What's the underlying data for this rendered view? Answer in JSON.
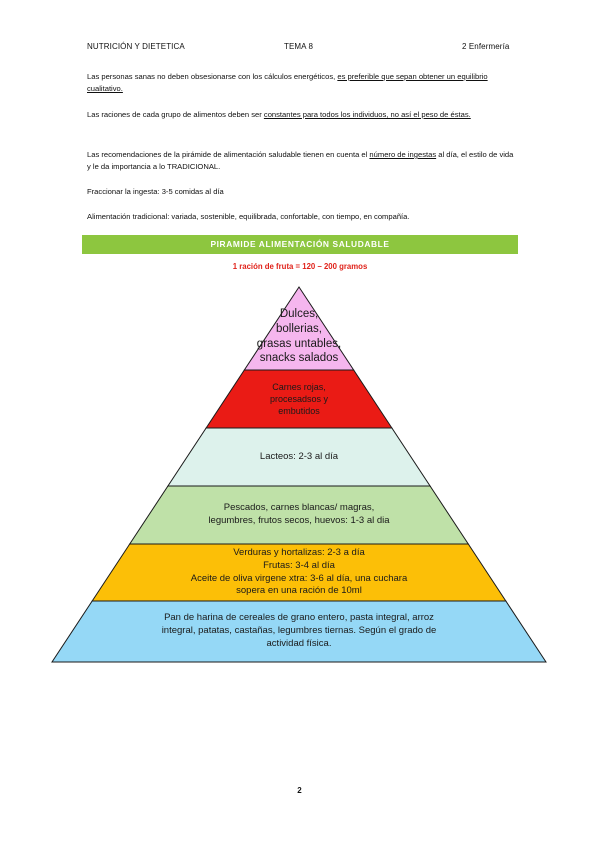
{
  "header": {
    "subject": "NUTRICIÓN Y DIETETICA",
    "topic": "TEMA 8",
    "course": "2 Enfermería"
  },
  "paragraphs": {
    "p1": {
      "pre": "Las personas sanas no deben obsesionarse con los cálculos energéticos, ",
      "u": "es preferible que sepan obtener un equilibrio cualitativo."
    },
    "p2": {
      "pre": "Las raciones de cada grupo de alimentos deben ser ",
      "u": "constantes para todos los individuos, no así el peso de éstas."
    },
    "p3": {
      "pre": "Las recomendaciones de la pirámide de alimentación saludable tienen en cuenta el ",
      "u": "número de ingestas",
      "post": " al día, el estilo de vida y le da importancia a lo TRADICIONAL."
    },
    "p4": "Fraccionar la ingesta: 3-5 comidas al día",
    "p5": "Alimentación tradicional: variada, sostenible, equilibrada, confortable, con tiempo, en compañía."
  },
  "banner": "PIRAMIDE ALIMENTACIÓN SALUDABLE",
  "subtitle": "1 ración de fruta = 120 – 200 gramos",
  "pyramid": {
    "levels": [
      {
        "name": "tier-dulces",
        "color": "#f5b6ee",
        "lines": [
          "Dulces,",
          "bollerias,",
          "grasas untables,",
          "snacks salados"
        ]
      },
      {
        "name": "tier-carnes-rojas",
        "color": "#ea1b15",
        "lines": [
          "Carnes rojas,",
          "procesadsos y",
          "embutidos"
        ]
      },
      {
        "name": "tier-lacteos",
        "color": "#ddf2ec",
        "lines": [
          "Lacteos: 2-3 al día"
        ]
      },
      {
        "name": "tier-pescados",
        "color": "#bfe1a8",
        "lines": [
          "Pescados, carnes blancas/ magras,",
          "legumbres, frutos secos, huevos: 1-3 al dia"
        ]
      },
      {
        "name": "tier-verduras-frutas",
        "color": "#fcbf07",
        "lines": [
          "Verduras y hortalizas: 2-3 a día",
          "Frutas: 3-4 al día",
          "Aceite de oliva virgene xtra: 3-6 al día, una cuchara",
          "sopera en una ración de 10ml"
        ]
      },
      {
        "name": "tier-cereales",
        "color": "#95d8f6",
        "lines": [
          "Pan de harina de cereales de grano entero, pasta integral, arroz",
          "integral, patatas, castañas, legumbres tiernas. Según el grado de",
          "actividad física."
        ]
      }
    ]
  },
  "page_number": "2"
}
